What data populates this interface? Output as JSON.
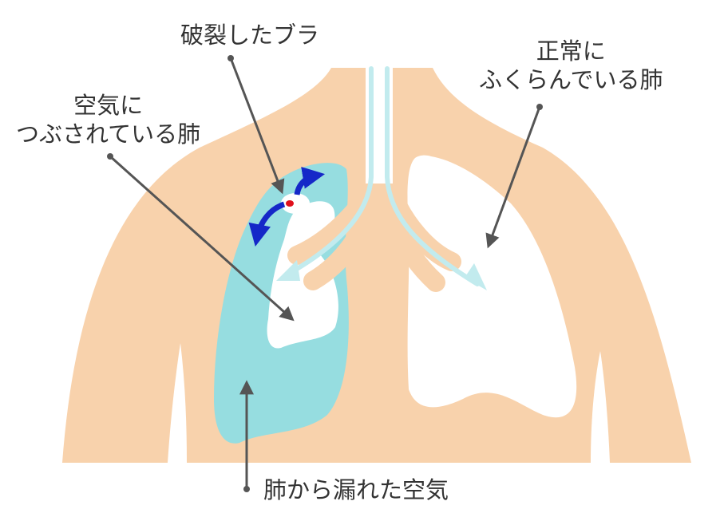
{
  "labels": {
    "ruptured_bulla": "破裂したブラ",
    "collapsed_lung_line1": "空気に",
    "collapsed_lung_line2": "つぶされている肺",
    "normal_lung_line1": "正常に",
    "normal_lung_line2": "ふくらんでいる肺",
    "leaked_air": "肺から漏れた空気"
  },
  "colors": {
    "skin": "#f8d2ac",
    "leaked_air": "#96dde0",
    "lung": "#ffffff",
    "trachea_line": "#c2ebee",
    "airflow_arrow": "#1528c8",
    "rupture_point": "#e0101c",
    "pointer": "#555555"
  }
}
